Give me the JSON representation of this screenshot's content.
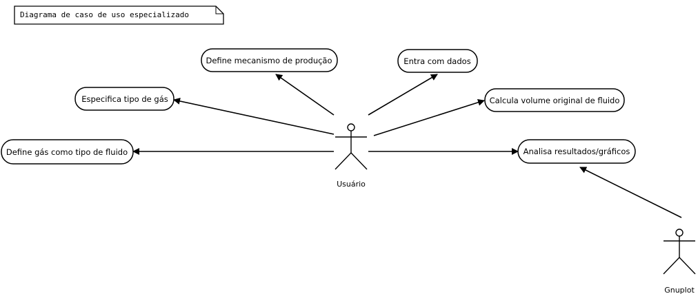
{
  "note": {
    "title": "Diagrama de caso de uso especializado"
  },
  "actors": {
    "usuario": "Usuário",
    "gnuplot": "Gnuplot"
  },
  "use_cases": {
    "define_mecanismo": "Define mecanismo de produção",
    "entra_dados": "Entra com dados",
    "especifica_gas": "Especifica tipo de gás",
    "calcula_volume": "Calcula volume original de fluido",
    "define_gas_fluido": "Define gás como tipo de fluido",
    "analisa_resultados": "Analisa resultados/gráficos"
  }
}
